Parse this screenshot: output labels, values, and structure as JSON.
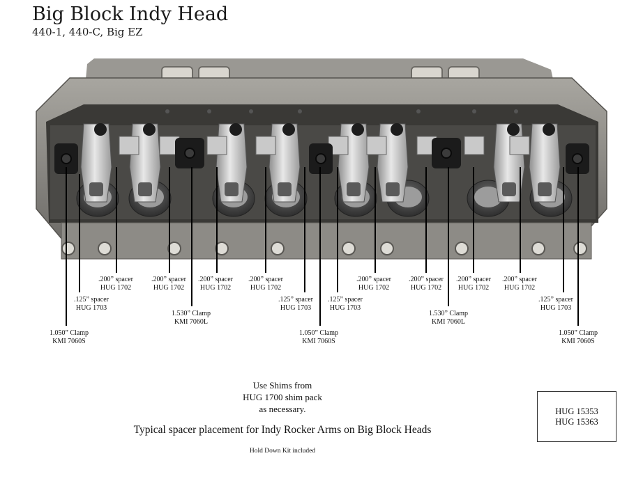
{
  "header": {
    "title": "Big Block Indy Head",
    "subtitle": "440-1, 440-C, Big EZ"
  },
  "labels": [
    {
      "id": "c1",
      "line1": "1.050” Clamp",
      "line2": "KMI 7060S"
    },
    {
      "id": "s1",
      "line1": ".125” spacer",
      "line2": "HUG 1703"
    },
    {
      "id": "s2",
      "line1": ".200” spacer",
      "line2": "HUG 1702"
    },
    {
      "id": "s3",
      "line1": ".200” spacer",
      "line2": "HUG 1702"
    },
    {
      "id": "c2",
      "line1": "1.530” Clamp",
      "line2": "KMI 7060L"
    },
    {
      "id": "s4",
      "line1": ".200” spacer",
      "line2": "HUG 1702"
    },
    {
      "id": "s5",
      "line1": ".200” spacer",
      "line2": "HUG 1702"
    },
    {
      "id": "s6",
      "line1": ".125” spacer",
      "line2": "HUG 1703"
    },
    {
      "id": "c3",
      "line1": "1.050” Clamp",
      "line2": "KMI 7060S"
    },
    {
      "id": "s7",
      "line1": ".125” spacer",
      "line2": "HUG 1703"
    },
    {
      "id": "s8",
      "line1": ".200” spacer",
      "line2": "HUG 1702"
    },
    {
      "id": "s9",
      "line1": ".200” spacer",
      "line2": "HUG 1702"
    },
    {
      "id": "c4",
      "line1": "1.530” Clamp",
      "line2": "KMI 7060L"
    },
    {
      "id": "s10",
      "line1": ".200” spacer",
      "line2": "HUG 1702"
    },
    {
      "id": "s11",
      "line1": ".200” spacer",
      "line2": "HUG 1702"
    },
    {
      "id": "s12",
      "line1": ".125” spacer",
      "line2": "HUG 1703"
    },
    {
      "id": "c5",
      "line1": "1.050” Clamp",
      "line2": "KMI 7060S"
    }
  ],
  "notes": {
    "shims_line1": "Use Shims from",
    "shims_line2": "HUG 1700 shim pack",
    "shims_line3": "as necessary.",
    "caption": "Typical spacer placement for Indy Rocker Arms on Big Block Heads",
    "kit": "Hold Down Kit included"
  },
  "part_box": {
    "line1": "HUG 15353",
    "line2": "HUG 15363"
  }
}
